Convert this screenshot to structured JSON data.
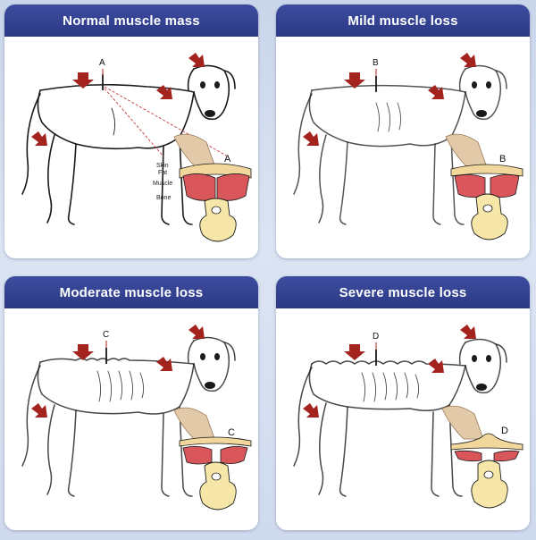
{
  "panels": [
    {
      "title": "Normal muscle mass",
      "marker": "A",
      "inset": "A",
      "layers": {
        "skin": "Skin",
        "fat": "Fat",
        "muscle": "Muscle",
        "bone": "Bone"
      }
    },
    {
      "title": "Mild muscle loss",
      "marker": "B",
      "inset": "B"
    },
    {
      "title": "Moderate muscle loss",
      "marker": "C",
      "inset": "C"
    },
    {
      "title": "Severe muscle loss",
      "marker": "D",
      "inset": "D"
    }
  ],
  "colors": {
    "header": "#2b3985",
    "arrow": "#a3231f",
    "muscle": "#d9575b",
    "fat": "#f2d79c",
    "bone": "#f6e7a8",
    "skin_finger": "#e2c9a8"
  }
}
